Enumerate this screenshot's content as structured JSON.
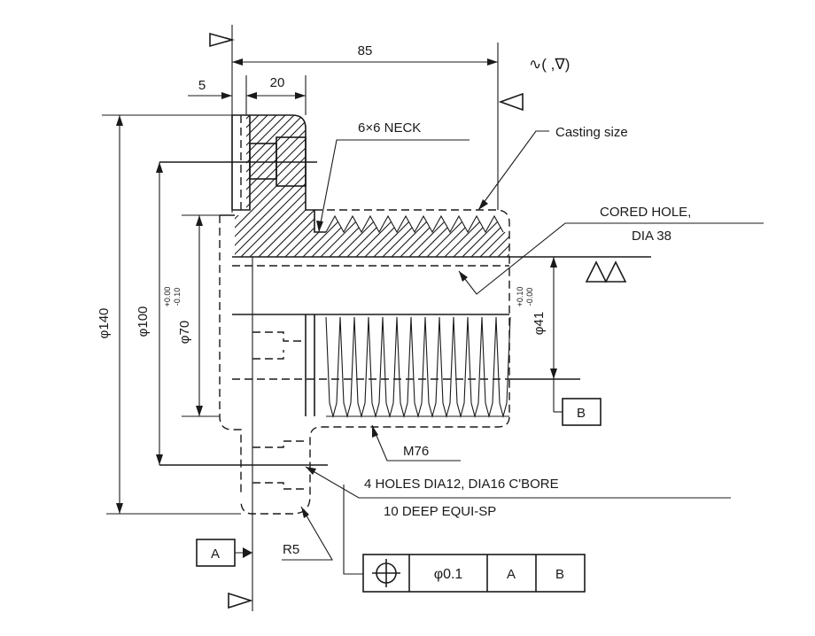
{
  "dimensions": {
    "length": "85",
    "flange_thickness": "20",
    "offset": "5",
    "dia_140": "φ140",
    "dia_100": "φ100",
    "dia_70": "φ70",
    "dia_70_tol_upper": "+0.00",
    "dia_70_tol_lower": "-0.10",
    "dia_41": "φ41",
    "dia_41_tol_upper": "+0.10",
    "dia_41_tol_lower": "-0.00",
    "radius": "R5"
  },
  "notes": {
    "surface_symbol": "∿(  ,∇)",
    "neck": "6×6 NECK",
    "casting": "Casting size",
    "cored_hole_1": "CORED HOLE,",
    "cored_hole_2": "DIA 38",
    "thread": "M76",
    "holes_1": "4 HOLES DIA12, DIA16 C'BORE",
    "holes_2": "10 DEEP EQUI-SP"
  },
  "datums": {
    "a": "A",
    "b": "B"
  },
  "tolerance_frame": {
    "symbol": "position-icon",
    "value": "φ0.1",
    "datum_1": "A",
    "datum_2": "B"
  }
}
